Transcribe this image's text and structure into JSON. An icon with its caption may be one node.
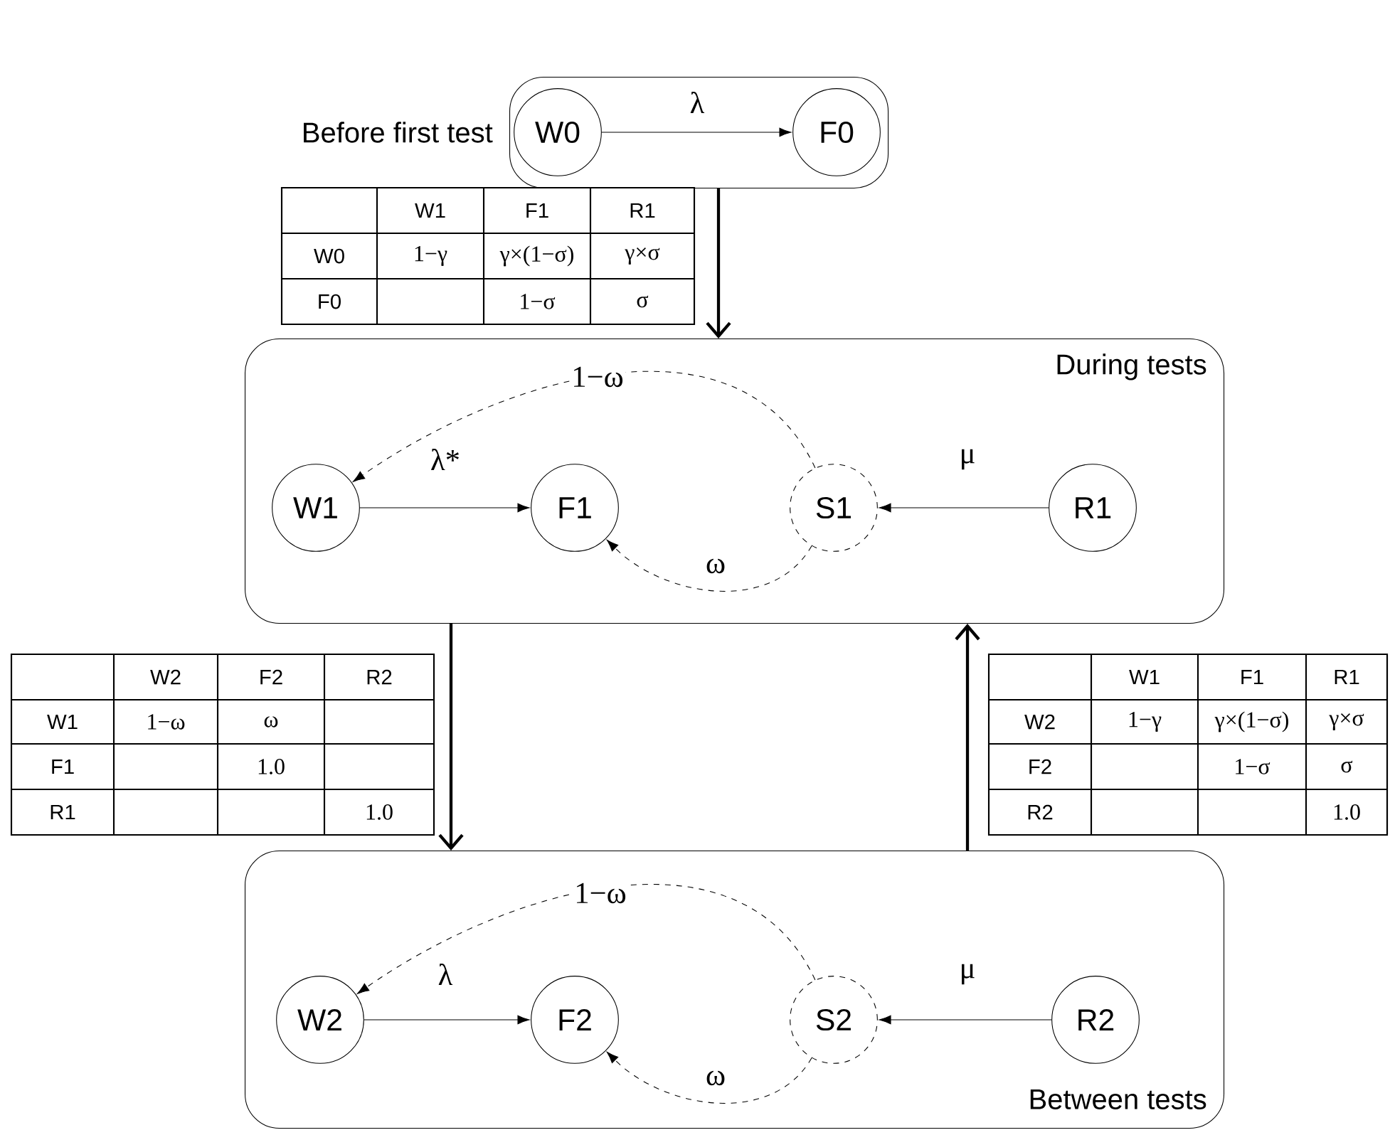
{
  "diagram": {
    "nodes": [
      {
        "text": [
          "Before first test"
        ]
      },
      {
        "text": [
          "W0"
        ],
        "in": 0
      },
      {
        "text": [
          "F0"
        ],
        "in": 0
      },
      {
        "text": [
          "During tests"
        ]
      },
      {
        "text": [
          "W1"
        ],
        "in": 3
      },
      {
        "text": [
          "F1"
        ],
        "in": 3
      },
      {
        "text": [
          "S1"
        ],
        "in": 3
      },
      {
        "text": [
          "R1"
        ],
        "in": 3
      },
      {
        "text": [
          "Between tests"
        ]
      },
      {
        "text": [
          "W2"
        ],
        "in": 8
      },
      {
        "text": [
          "F2"
        ],
        "in": 8
      },
      {
        "text": [
          "S2"
        ],
        "in": 8
      },
      {
        "text": [
          "R2"
        ],
        "in": 8
      }
    ],
    "edges": [
      {
        "from": 1,
        "to": 2,
        "arrow": "to",
        "label": "λ"
      },
      {
        "from": 0,
        "to": 3,
        "arrow": "to",
        "style": "thick"
      },
      {
        "from": 4,
        "to": 5,
        "arrow": "to",
        "label": "λ*"
      },
      {
        "from": 6,
        "to": 4,
        "arrow": "to",
        "style": "dashed",
        "label": "1−ω"
      },
      {
        "from": 6,
        "to": 5,
        "arrow": "to",
        "style": "dashed",
        "label": "ω"
      },
      {
        "from": 7,
        "to": 6,
        "arrow": "to",
        "label": "μ"
      },
      {
        "from": 3,
        "to": 8,
        "arrow": "to",
        "style": "thick"
      },
      {
        "from": 8,
        "to": 3,
        "arrow": "to",
        "style": "thick"
      },
      {
        "from": 9,
        "to": 10,
        "arrow": "to",
        "label": "λ"
      },
      {
        "from": 11,
        "to": 9,
        "arrow": "to",
        "style": "dashed",
        "label": "1−ω"
      },
      {
        "from": 11,
        "to": 10,
        "arrow": "to",
        "style": "dashed",
        "label": "ω"
      },
      {
        "from": 12,
        "to": 11,
        "arrow": "to",
        "label": "μ"
      }
    ],
    "labels": [
      "W1",
      "F1",
      "R1",
      "W0",
      "1−γ",
      "γ×(1−σ)",
      "γ×σ",
      "F0",
      "1−σ",
      "σ",
      "W2",
      "F2",
      "R2",
      "W1",
      "1−ω",
      "ω",
      "F1",
      "1.0",
      "R1",
      "1.0",
      "W1",
      "F1",
      "R1",
      "W2",
      "1−γ",
      "γ×(1−σ)",
      "γ×σ",
      "F2",
      "1−σ",
      "σ",
      "R2",
      "1.0"
    ]
  }
}
